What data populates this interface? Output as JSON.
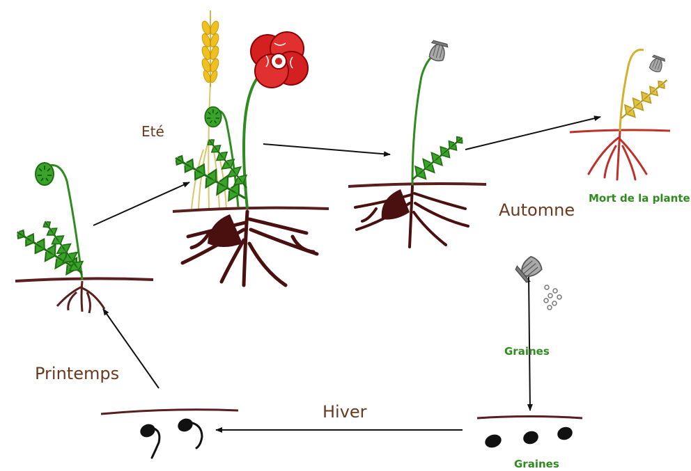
{
  "labels": {
    "ete": "Eté",
    "automne": "Automne",
    "printemps": "Printemps",
    "hiver": "Hiver",
    "mort": "Mort de la plante",
    "graines_middle": "Graines",
    "graines_bottom": "Graines"
  },
  "colors": {
    "soil": "#5a1e1e",
    "stem": "#2e8b1e",
    "leaf_dark": "#1f6e12",
    "petal": "#d42020",
    "wheat": "#f0c020",
    "dry": "#d4b030",
    "dead_root": "#c0302a",
    "capsule": "#8a8a8a",
    "season_text": "#6b3a1e",
    "note_text": "#2e8b1e",
    "arrow": "#111111"
  }
}
